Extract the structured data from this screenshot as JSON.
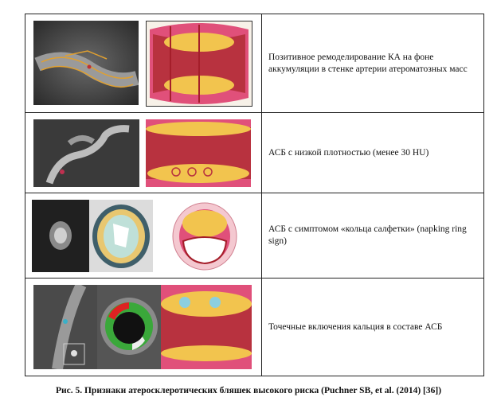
{
  "rows": [
    {
      "description": "Позитивное ремоделирование КА на фоне аккумуляции в стенке артерии атероматозных масс"
    },
    {
      "description": "АСБ с низкой плотностью (менее 30 HU)"
    },
    {
      "description": "АСБ с симптомом «кольца салфетки» (napking ring sign)"
    },
    {
      "description": "Точечные включения кальция в составе АСБ"
    }
  ],
  "caption": "Рис. 5. Признаки атеросклеротических бляшек высокого риска (Puchner SB, et al. (2014) [36])",
  "colors": {
    "vessel_wall": "#e0507a",
    "lumen": "#b8323f",
    "lipid_core": "#f2c44e",
    "calcium": "#8ccfe0",
    "ct_dark": "#2c2c2c"
  }
}
